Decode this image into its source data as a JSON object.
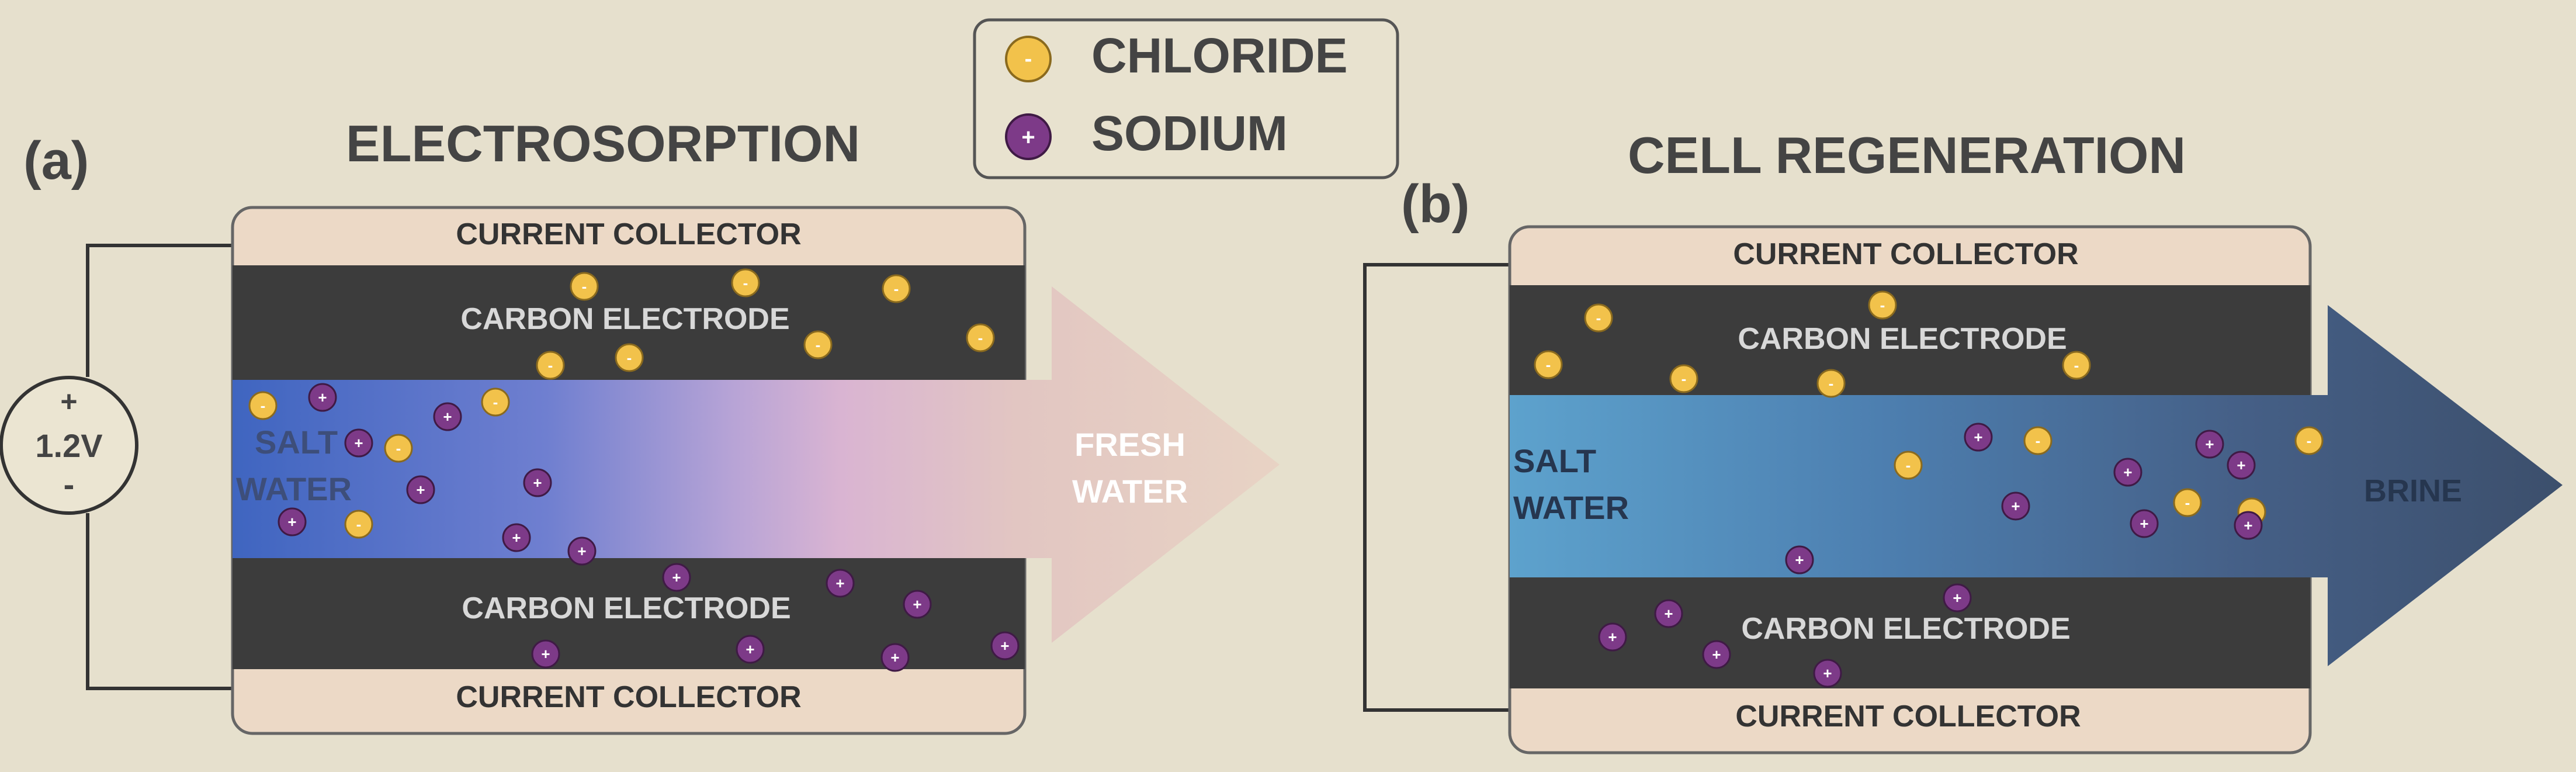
{
  "legend": {
    "chloride": {
      "label": "CHLORIDE",
      "sign": "-"
    },
    "sodium": {
      "label": "SODIUM",
      "sign": "+"
    }
  },
  "panel_a": {
    "tag": "(a)",
    "title": "ELECTROSORPTION",
    "collector_top": "CURRENT COLLECTOR",
    "collector_bottom": "CURRENT COLLECTOR",
    "electrode_top": "CARBON ELECTRODE",
    "electrode_bottom": "CARBON ELECTRODE",
    "inlet": [
      "SALT",
      "WATER"
    ],
    "outlet": [
      "FRESH",
      "WATER"
    ],
    "source": {
      "plus": "+",
      "voltage": "1.2V",
      "minus": "-"
    }
  },
  "panel_b": {
    "tag": "(b)",
    "title": "CELL REGENERATION",
    "collector_top": "CURRENT COLLECTOR",
    "collector_bottom": "CURRENT COLLECTOR",
    "electrode_top": "CARBON ELECTRODE",
    "electrode_bottom": "CARBON ELECTRODE",
    "inlet": [
      "SALT",
      "WATER"
    ],
    "outlet": [
      "BRINE"
    ]
  },
  "colors": {
    "background": "#e6e0cd",
    "collector": "#ecd9c6",
    "electrode": "#3c3c3c",
    "chloride": "#f2c24b",
    "sodium": "#7d3a88",
    "salt_water": "#4d6fc4",
    "fresh_water": "#e4c8bd",
    "brine": "#3e5470"
  }
}
